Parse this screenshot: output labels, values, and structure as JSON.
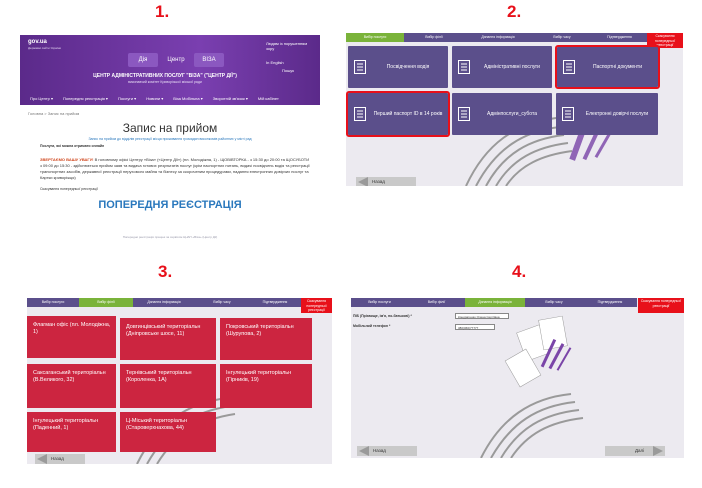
{
  "step_numbers": [
    "1.",
    "2.",
    "3.",
    "4."
  ],
  "screen1": {
    "gov_logo": "gov.ua",
    "gov_sub": "Державні сайти України",
    "brand_tabs": [
      "Дія",
      "Центр",
      "ВІЗА"
    ],
    "center_title": "ЦЕНТР АДМІНІСТРАТИВНИХ ПОСЛУГ \"ВІЗА\" (\"ЦЕНТР ДІЇ\")",
    "center_sub": "виконавчий комітет Криворізької міської ради",
    "header_links": [
      "Людям із порушенням зору",
      "In English",
      "Пошук"
    ],
    "nav": [
      "Про Центр ▾",
      "Попередня реєстрація ▾",
      "Послуги ▾",
      "Новини ▾",
      "Віза Мобільна ▾",
      "Зворотній зв'язок ▾",
      "Мій кабінет"
    ],
    "breadcrumb": "Головна  >  Запис на прийом",
    "heading": "Запис на прийом",
    "line1": "Запис на прийом до відділів реєстрації місця проживання громадян виконкомів районних у місті рад",
    "line2": "Послуги, які можна отримати онлайн",
    "warning_lead": "ЗВЕРТАЄМО ВАШУ УВАГУ!",
    "warning_text": "В головному офісі Центру «Віза» («Центр Дії») (пл. Молодіжна, 1) - ЩОВІВТОРКА - з 15:30 до 20:00 та ЩОСУБОТИ з 09:00 до 15:30 - здійснюється прийом заяв та видача готових результатів послуг (крім паспортних питань, видачі посвідчень водія та реєстрації транспортних засобів, державної реєстрації нерухомого майна та бізнесу за скороченим процедурами, надання електронних довірчих послуг та Картки криворіжця)",
    "cancel_line": "Скасування попередньої реєстрації",
    "big_title": "ПОПЕРЕДНЯ РЕЄСТРАЦІЯ",
    "footer": "Попереднє реєстрація працює за сервісом ЦНАП «Віза» (Центр Дії)"
  },
  "kiosk_tabs_a": [
    "Вибір послуги",
    "Вибір філії",
    "Дзнання інформація",
    "Вибір часу",
    "Підтвердження"
  ],
  "corner_label": "Скасування попередньої реєстрації",
  "screen2": {
    "buttons": [
      "Посвідчення водія",
      "Адміністративні послуги",
      "Паспортні документи",
      "Перший паспорт ID в 14 років",
      "Адмінпослуги_субота",
      "Електронні довірчі послуги"
    ],
    "back": "Назад"
  },
  "screen3": {
    "tiles": [
      "Флагман офіс (пл. Молодіжна, 1)",
      "Довгинцівський територіальн (Дніпровське шосе, 11)",
      "Покровський територіальн (Шурупова, 2)",
      "Саксаганський територіальн (В.Великого, 32)",
      "Тернівський територіальн (Короленка, 1А)",
      "Інгулецький територіальн (Гірників, 19)",
      "Інгулецький територіальн (Паденний, 1)",
      "Ц-Міський територіальн (Староверхнахова, 44)"
    ],
    "back": "Назад"
  },
  "screen4": {
    "field1_label": "ПІБ (Прізвище, ім'я, по-батькові) *",
    "field1_value": "Кондратенко Олена Сергіївна",
    "field2_label": "Мобільний телефон *",
    "field2_value": "380(066)77777",
    "back": "Назад",
    "next": "Далі"
  },
  "colors": {
    "accent_red": "#e8101a",
    "kiosk_purple": "#5b4f8b",
    "active_green": "#7ab33a",
    "tile_red": "#cc2540",
    "site_purple": "#6a35a0"
  }
}
